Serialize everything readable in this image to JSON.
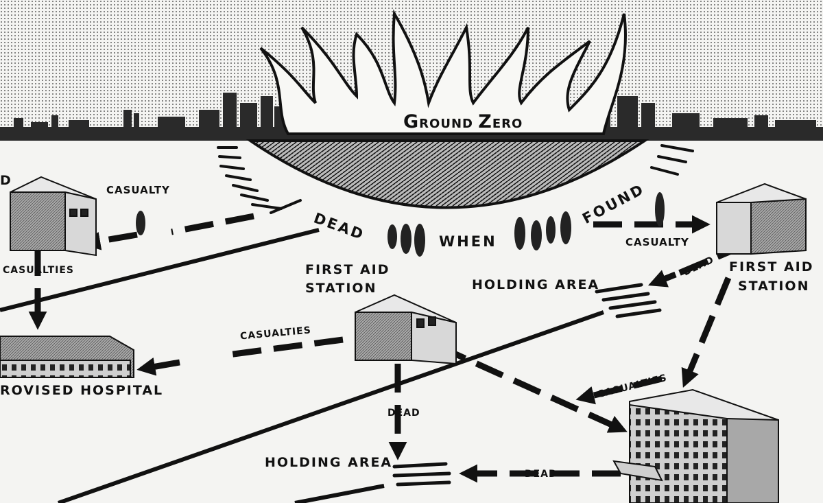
{
  "ground_zero": {
    "g": "G",
    "round": "ROUND",
    "z": "Z",
    "ero": "ERO"
  },
  "curve_text": {
    "dead": "DEAD",
    "when": "WHEN",
    "found": "FOUND"
  },
  "labels": {
    "top_left_fragment": "D",
    "casualty_left": "CASUALTY",
    "casualties_left": "CASUALTIES",
    "hospital": "ROVISED HOSPITAL",
    "first_aid_center_line1": "FIRST AID",
    "first_aid_center_line2": "STATION",
    "holding_area_upper": "HOLDING AREA",
    "casualty_right": "CASUALTY",
    "first_aid_right_line1": "FIRST AID",
    "first_aid_right_line2": "STATION",
    "dead_diag": "DEAD",
    "casualties_middle": "CASUALTIES",
    "casualties_right": "CASUALTIES",
    "dead_vertical": "DEAD",
    "holding_area_lower": "HOLDING AREA",
    "dead_bottom": "DEAD"
  },
  "colors": {
    "ink": "#111111",
    "paper": "#f4f4f2",
    "building_side": "#9a9a9a",
    "building_front": "#d8d8d8"
  }
}
